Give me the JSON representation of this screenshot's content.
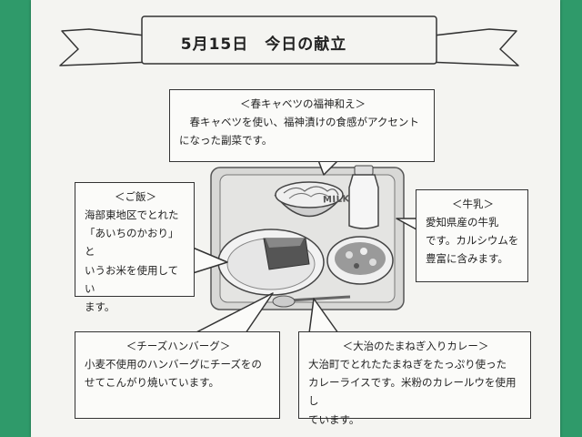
{
  "header": {
    "title": "5月15日　今日の献立"
  },
  "menu": {
    "cabbage": {
      "heading": "＜春キャベツの福神和え＞",
      "text": "　春キャベツを使い、福神漬けの食感がアクセント\nになった副菜です。"
    },
    "rice": {
      "heading": "＜ご飯＞",
      "text": "海部東地区でとれた\n「あいちのかおり」と\nいうお米を使用してい\nます。"
    },
    "milk": {
      "heading": "＜牛乳＞",
      "text": "愛知県産の牛乳\nです。カルシウムを\n豊富に含みます。"
    },
    "hamburg": {
      "heading": "＜チーズハンバーグ＞",
      "text": "小麦不使用のハンバーグにチーズをの\nせてこんがり焼いています。"
    },
    "curry": {
      "heading": "＜大治のたまねぎ入りカレー＞",
      "text": "大治町でとれたたまねぎをたっぷり使った\nカレーライスです。米粉のカレールウを使用し\nています。"
    }
  },
  "illustration": {
    "milk_label": "MILK"
  },
  "colors": {
    "board": "#2f9a6a",
    "paper": "#f4f4f1",
    "ink": "#222222"
  }
}
